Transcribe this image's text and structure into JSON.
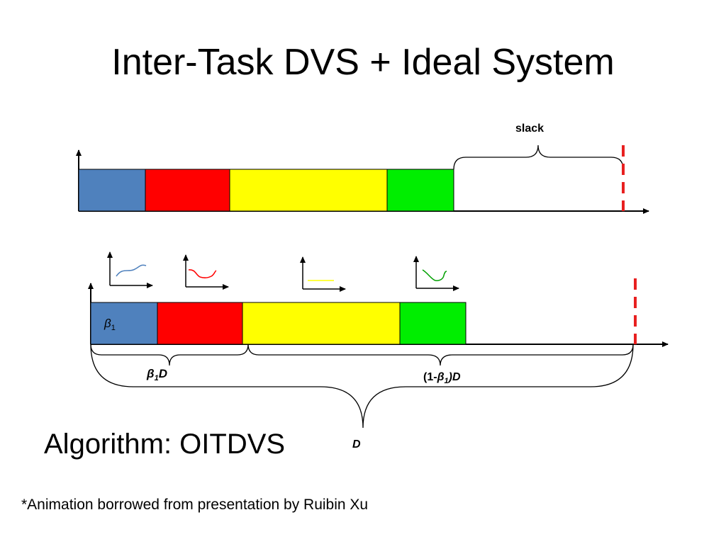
{
  "title": "Inter-Task DVS + Ideal System",
  "algorithm_label": "Algorithm: OITDVS",
  "footnote": "*Animation borrowed from presentation by Ruibin Xu",
  "top_timeline": {
    "slack_label": "slack",
    "task_colors": [
      "#4f81bd",
      "#ff0000",
      "#ffff00",
      "#00ee00"
    ]
  },
  "bottom_timeline": {
    "first_task_label": {
      "symbol": "β",
      "subscript": "1"
    },
    "beta_d_label": {
      "symbol": "β",
      "subscript": "1",
      "suffix": "D"
    },
    "one_minus_label": {
      "prefix": "(1-",
      "symbol": "β",
      "subscript": "1",
      "suffix": ")D"
    },
    "d_label": "D",
    "task_colors": [
      "#4f81bd",
      "#ff0000",
      "#ffff00",
      "#00ee00"
    ],
    "curve_colors": [
      "#4f81bd",
      "#ff0000",
      "#ffff00",
      "#00a000"
    ]
  },
  "deadline_color": "#e82020"
}
